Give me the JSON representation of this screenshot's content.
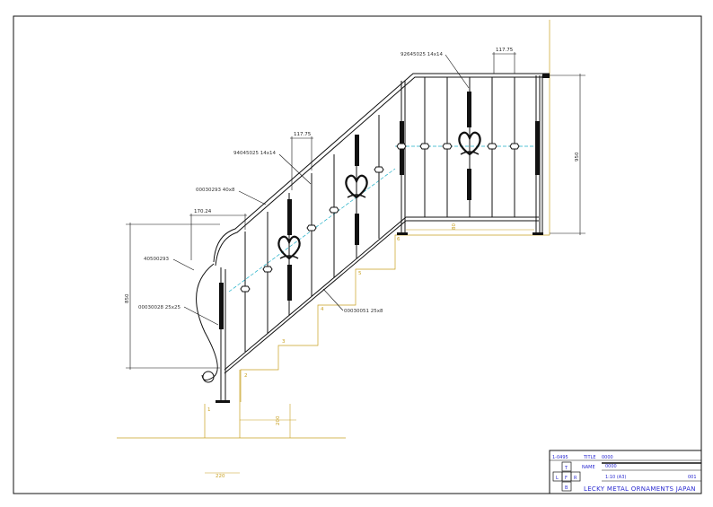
{
  "dimensions": {
    "top_spacing": "117.75",
    "mid_spacing": "117.75",
    "left_spacing": "170.24",
    "height_right": "950",
    "height_left": "850",
    "landing_gap": "80",
    "post_depth": "200",
    "post_width": "220"
  },
  "part_labels": {
    "top_rail": "92645025 14x14",
    "mid_rail": "94045025 14x14",
    "main_rail": "00030293 40x8",
    "scroll_part": "40500293",
    "newel": "00030028 25x25",
    "stringer": "00030051 25x8"
  },
  "step_numbers": [
    "1",
    "2",
    "3",
    "4",
    "5",
    "6"
  ],
  "title_block": {
    "drawing_no": "1-0495",
    "field_a_label": "TITLE",
    "field_a_value": "0000",
    "field_b_label": "NAME",
    "field_b_value": "0000",
    "grid_letters": [
      "T",
      "L",
      "F",
      "R",
      "B"
    ],
    "scale": "1:10 (A3)",
    "page": "001",
    "company": "LECKY METAL ORNAMENTS JAPAN"
  },
  "colors": {
    "line": "#111111",
    "dimension": "#c8a020",
    "centerline": "#20b0c8",
    "title_text": "#2a2ad0"
  }
}
